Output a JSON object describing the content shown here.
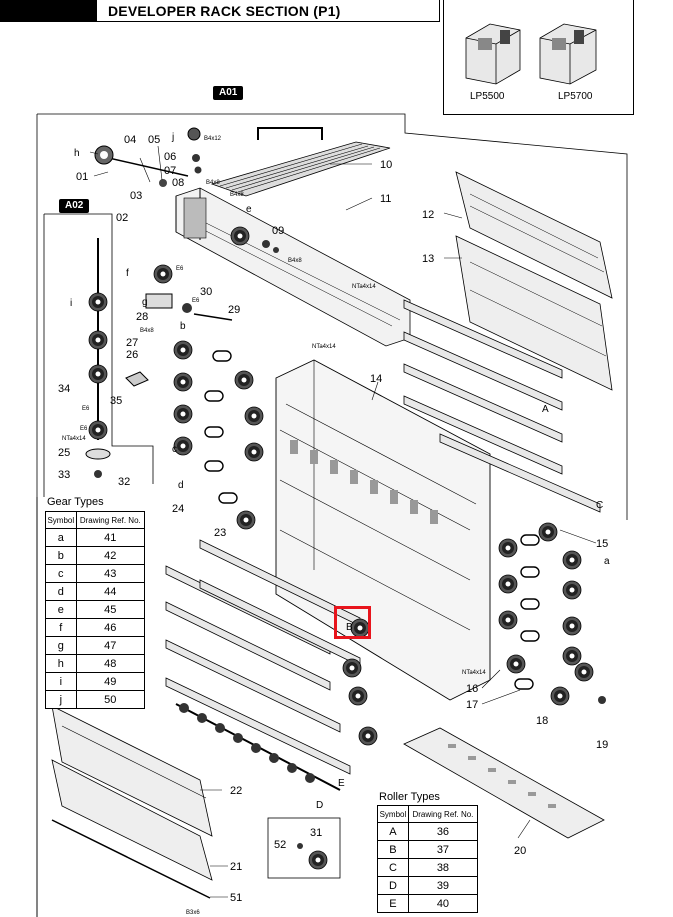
{
  "header": {
    "title": "DEVELOPER RACK SECTION (P1)"
  },
  "models": [
    "LP5500",
    "LP5700"
  ],
  "sections": {
    "main": "A01",
    "sub": "A02"
  },
  "part_labels": [
    "01",
    "02",
    "03",
    "04",
    "05",
    "06",
    "07",
    "08",
    "09",
    "10",
    "11",
    "12",
    "13",
    "14",
    "15",
    "16",
    "17",
    "18",
    "19",
    "20",
    "21",
    "22",
    "23",
    "24",
    "25",
    "26",
    "27",
    "28",
    "29",
    "30",
    "31",
    "32",
    "33",
    "34",
    "35",
    "51",
    "52"
  ],
  "symbol_labels": [
    "h",
    "j",
    "e",
    "f",
    "g",
    "b",
    "c",
    "d",
    "i",
    "a",
    "A",
    "B",
    "C",
    "D",
    "E"
  ],
  "screw_labels": [
    "B4x12",
    "B4x8",
    "B4x8",
    "B4x8",
    "E6",
    "E6",
    "B4x8",
    "NTa4x14",
    "NTa4x14",
    "E6",
    "E6",
    "NTa4x14",
    "NTa4x14",
    "B3x6"
  ],
  "gear_table": {
    "title": "Gear Types",
    "headers": [
      "Symbol",
      "Drawing Ref. No."
    ],
    "rows": [
      [
        "a",
        "41"
      ],
      [
        "b",
        "42"
      ],
      [
        "c",
        "43"
      ],
      [
        "d",
        "44"
      ],
      [
        "e",
        "45"
      ],
      [
        "f",
        "46"
      ],
      [
        "g",
        "47"
      ],
      [
        "h",
        "48"
      ],
      [
        "i",
        "49"
      ],
      [
        "j",
        "50"
      ]
    ]
  },
  "roller_table": {
    "title": "Roller Types",
    "headers": [
      "Symbol",
      "Drawing Ref. No."
    ],
    "rows": [
      [
        "A",
        "36"
      ],
      [
        "B",
        "37"
      ],
      [
        "C",
        "38"
      ],
      [
        "D",
        "39"
      ],
      [
        "E",
        "40"
      ]
    ]
  },
  "colors": {
    "highlight": "#e8141c",
    "ink": "#000000",
    "shade": "#9a9a9a"
  }
}
